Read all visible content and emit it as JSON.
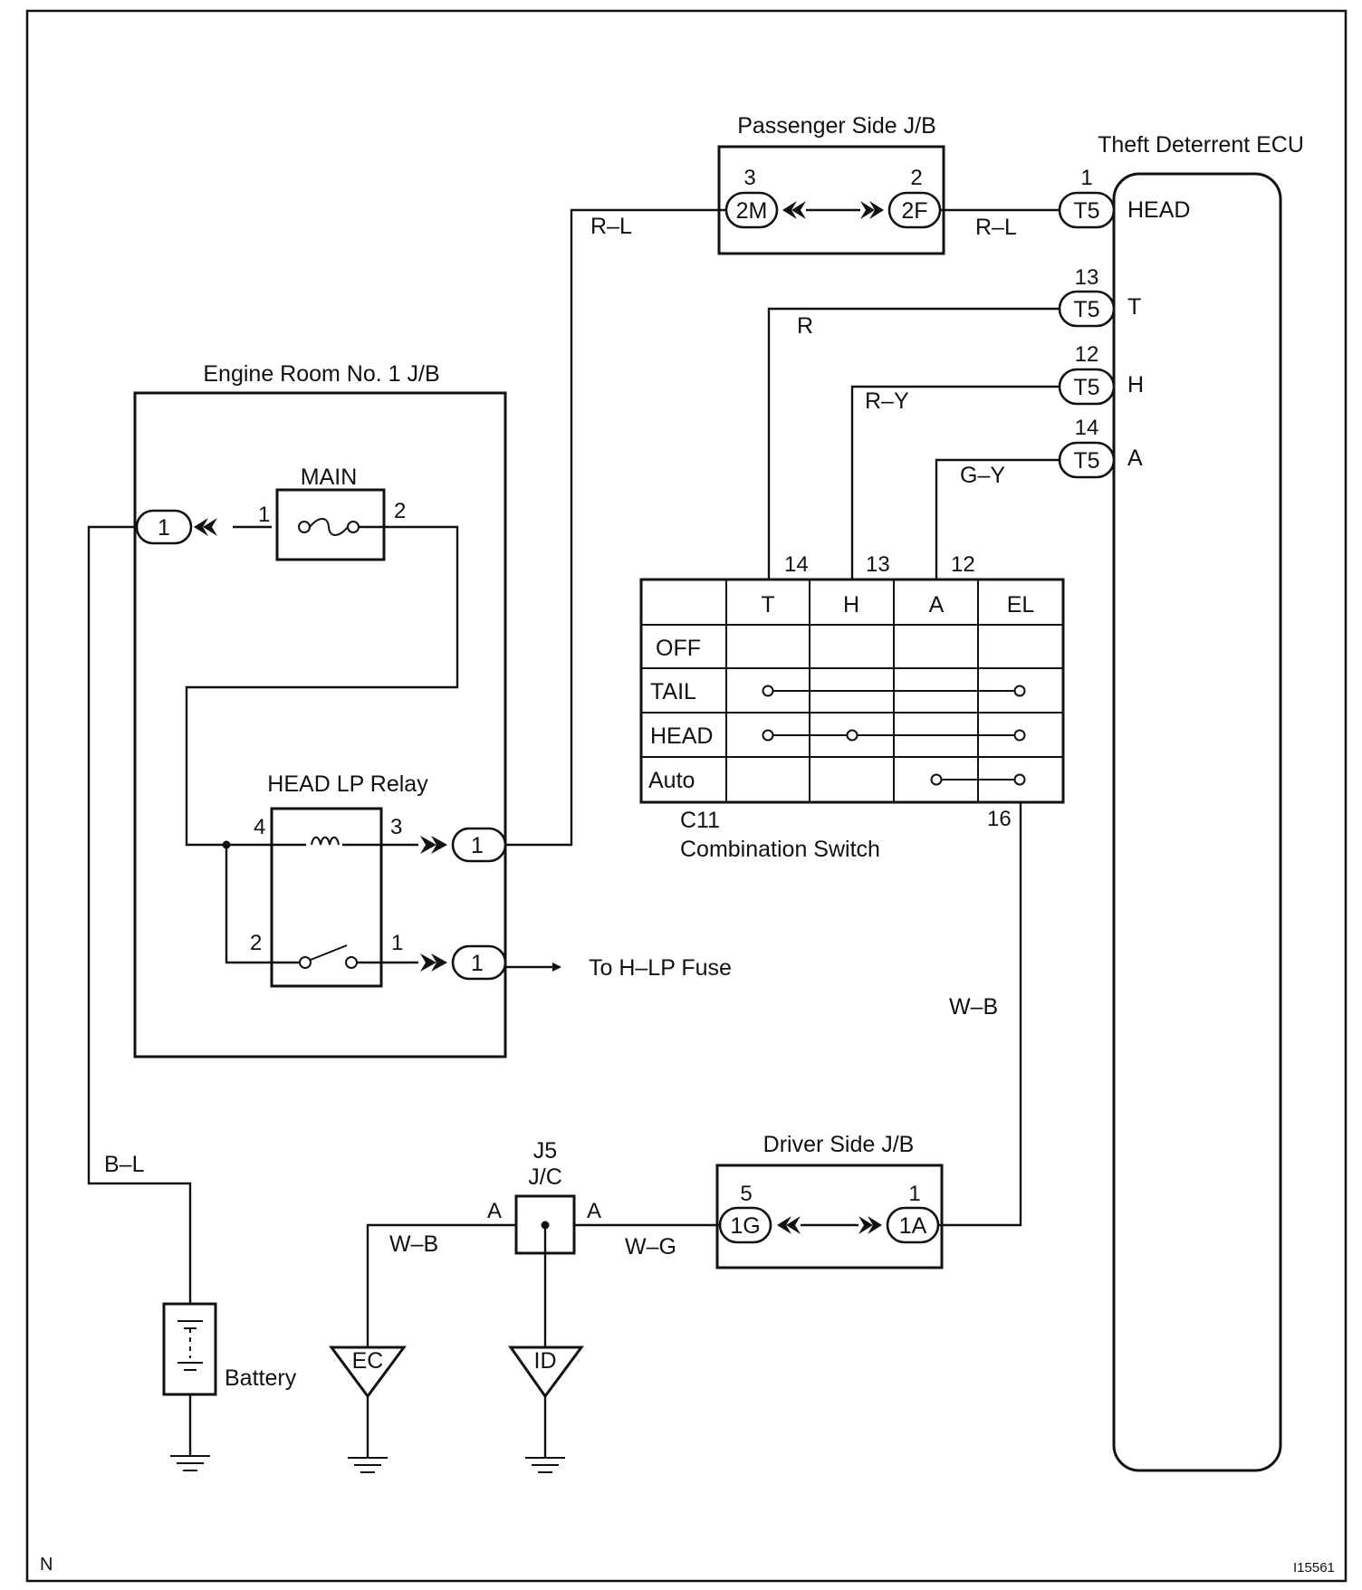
{
  "blocks": {
    "engine_room_jb": "Engine Room No. 1 J/B",
    "passenger_jb": "Passenger Side J/B",
    "driver_jb": "Driver Side J/B",
    "theft_ecu": "Theft Deterrent ECU",
    "main_fuse": "MAIN",
    "head_lp_relay": "HEAD LP Relay",
    "combination_switch_code": "C11",
    "combination_switch": "Combination Switch",
    "jc_code": "J5",
    "jc": "J/C",
    "battery": "Battery",
    "to_hlp_fuse": "To H–LP Fuse"
  },
  "connectors": {
    "erjb_1": "1",
    "erjb_relay3": "1",
    "erjb_relay1": "1",
    "pass_2m": "2M",
    "pass_2f": "2F",
    "ecu_head": "T5",
    "ecu_t": "T5",
    "ecu_h": "T5",
    "ecu_a": "T5",
    "drv_1g": "1G",
    "drv_1a": "1A",
    "ground_ec": "EC",
    "ground_id": "ID"
  },
  "pins": {
    "main_1": "1",
    "main_2": "2",
    "relay_4": "4",
    "relay_3": "3",
    "relay_2": "2",
    "relay_1": "1",
    "pass_3": "3",
    "pass_2": "2",
    "ecu_1": "1",
    "ecu_13": "13",
    "ecu_12": "12",
    "ecu_14": "14",
    "sw_14": "14",
    "sw_13": "13",
    "sw_12": "12",
    "sw_16": "16",
    "drv_5": "5",
    "drv_1": "1",
    "jc_a_left": "A",
    "jc_a_right": "A"
  },
  "ecu_terminals": [
    "HEAD",
    "T",
    "H",
    "A"
  ],
  "wire_colors": {
    "rl_left": "R–L",
    "rl_right": "R–L",
    "r": "R",
    "ry": "R–Y",
    "gy": "G–Y",
    "wb_right": "W–B",
    "wb_left": "W–B",
    "wg": "W–G",
    "bl": "B–L"
  },
  "switch_table": {
    "columns": [
      "T",
      "H",
      "A",
      "EL"
    ],
    "rows": [
      "OFF",
      "TAIL",
      "HEAD",
      "Auto"
    ]
  },
  "corner": {
    "left": "N",
    "right": "I15561"
  }
}
